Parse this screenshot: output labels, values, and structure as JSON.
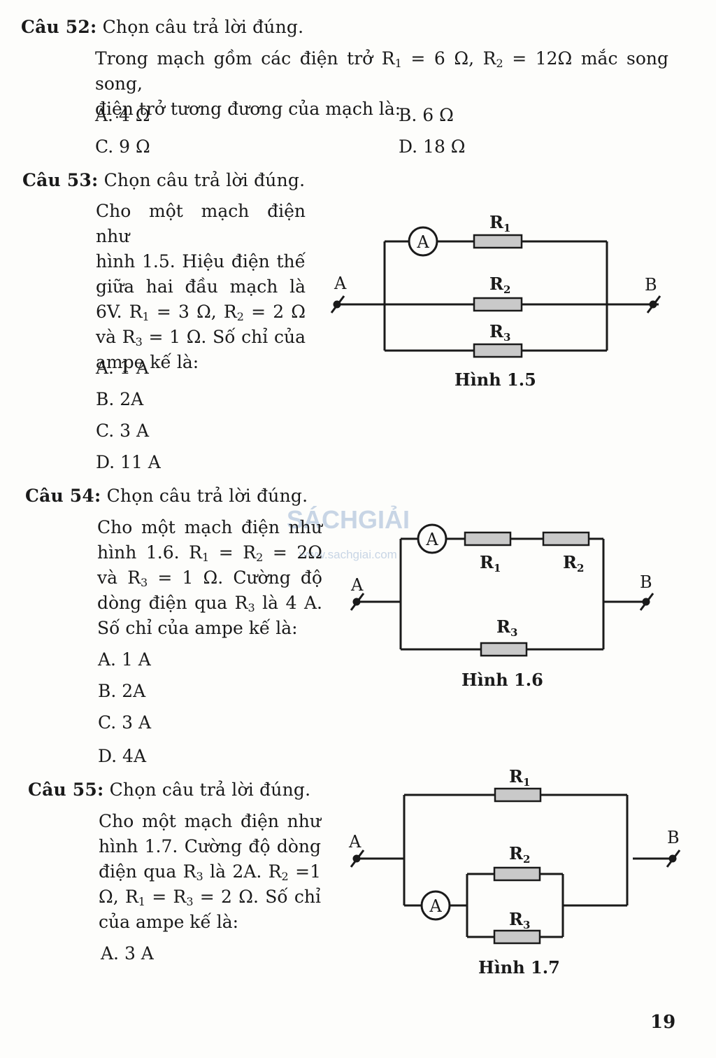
{
  "q52": {
    "label": "Câu 52:",
    "prompt": "Chọn câu trả lời đúng.",
    "line1_a": "Trong mạch gồm các điện trở R",
    "sub1": "1",
    "line1_b": " = 6 Ω, R",
    "sub2": "2",
    "line1_c": " = 12Ω  mắc song song,",
    "line2": "điện trở tương đương của mạch là:",
    "options": [
      "A. 4 Ω",
      "B. 6 Ω",
      "C. 9 Ω",
      "D. 18 Ω"
    ]
  },
  "q53": {
    "label": "Câu 53:",
    "prompt": "Chọn câu trả lời đúng.",
    "l1": "Cho một mạch điện như",
    "l2": "hình 1.5. Hiệu điện thế",
    "l3": "giữa hai đầu mạch là",
    "l4a": "6V. R",
    "l4s1": "1",
    "l4b": " = 3 Ω, R",
    "l4s2": "2",
    "l4c": " = 2 Ω",
    "l5a": "và R",
    "l5s": "3",
    "l5b": " = 1 Ω. Số chỉ của",
    "l6": "ampe kế là:",
    "options": [
      "A. 1 A",
      "B. 2A",
      "C. 3 A",
      "D. 11 A"
    ],
    "figure": {
      "caption": "Hình 1.5",
      "node_a": "A",
      "node_b": "B",
      "ammeter": "A",
      "r": "R",
      "s1": "1",
      "s2": "2",
      "s3": "3"
    }
  },
  "q54": {
    "label": "Câu 54:",
    "prompt": "Chọn câu trả lời đúng.",
    "l1": "Cho một mạch điện như",
    "l2a": "hình 1.6. R",
    "l2s1": "1",
    "l2b": " = R",
    "l2s2": "2",
    "l2c": " = 2Ω",
    "l3a": "và R",
    "l3s": "3",
    "l3b": " = 1 Ω. Cường độ",
    "l4a": "dòng điện qua R",
    "l4s": "3",
    "l4b": " là 4 A.",
    "l5": "Số chỉ của ampe kế là:",
    "options": [
      "A. 1 A",
      "B. 2A",
      "C. 3 A",
      "D. 4A"
    ],
    "figure": {
      "caption": "Hình 1.6",
      "node_a": "A",
      "node_b": "B",
      "ammeter": "A",
      "r": "R",
      "s1": "1",
      "s2": "2",
      "s3": "3"
    }
  },
  "q55": {
    "label": "Câu 55:",
    "prompt": "Chọn câu trả lời đúng.",
    "l1": "Cho một mạch điện như",
    "l2": "hình 1.7. Cường độ dòng",
    "l3a": "điện qua R",
    "l3s1": "3",
    "l3b": " là 2A. R",
    "l3s2": "2",
    "l3c": " =1",
    "l4a": "Ω, R",
    "l4s1": "1",
    "l4b": " = R",
    "l4s2": "3",
    "l4c": " = 2 Ω.  Số chỉ",
    "l5": "của ampe kế là:",
    "options": [
      "A. 3 A"
    ],
    "figure": {
      "caption": "Hình 1.7",
      "node_a": "A",
      "node_b": "B",
      "ammeter": "A",
      "r": "R",
      "s1": "1",
      "s2": "2",
      "s3": "3"
    }
  },
  "watermark": {
    "brand": "SÁCHGIẢI",
    "url": "www.sachgiai.com"
  },
  "page_number": "19",
  "colors": {
    "ink": "#1a1a1a",
    "resistor_fill": "#c9c9c9",
    "watermark": "#9eb6d4"
  }
}
